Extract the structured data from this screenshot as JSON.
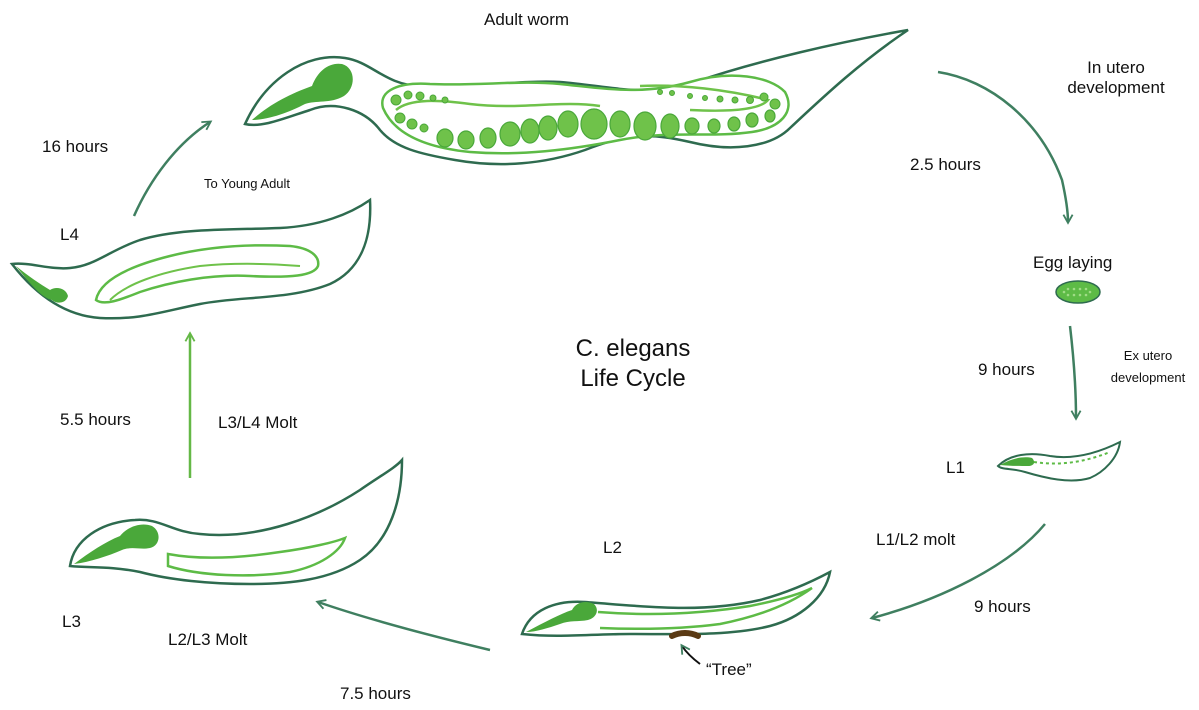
{
  "title": [
    "C. elegans",
    "Life Cycle"
  ],
  "stages": {
    "adult": "Adult worm",
    "egg": "Egg laying",
    "l1": "L1",
    "l2": "L2",
    "l3": "L3",
    "l4": "L4"
  },
  "transitions": {
    "in_utero": [
      "In utero",
      "development"
    ],
    "in_utero_time": "2.5 hours",
    "ex_utero": [
      "Ex utero",
      "development"
    ],
    "ex_utero_time": "9 hours",
    "l1_l2": "L1/L2 molt",
    "l1_l2_time": "9 hours",
    "l2_l3": "L2/L3 Molt",
    "l2_l3_time": "7.5 hours",
    "l3_l4": "L3/L4 Molt",
    "l3_l4_time": "5.5 hours",
    "to_adult": "To Young Adult",
    "to_adult_time": "16 hours"
  },
  "annotation": "“Tree”",
  "colors": {
    "outline": "#2e6b4f",
    "gut": "#5dbb46",
    "gonad": "#6fc24a",
    "pharynx": "#4aa83a",
    "arrow": "#3f7f60",
    "arrow_green": "#64b846",
    "tree": "#5a3a14"
  }
}
